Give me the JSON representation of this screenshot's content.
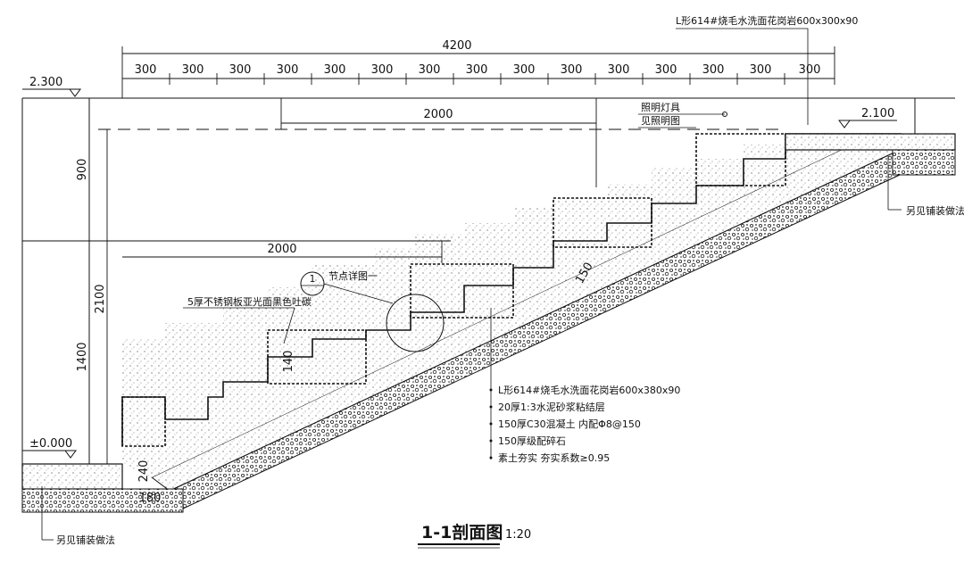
{
  "title": {
    "main": "1-1剖面图",
    "scale": "1:20"
  },
  "dims": {
    "total": "4200",
    "step": "300",
    "upper_2000": "2000",
    "lower_2000": "2000",
    "h900": "900",
    "h2100": "2100",
    "h1400": "1400",
    "h240": "240",
    "h140": "140",
    "w180": "180",
    "d150": "150"
  },
  "levels": {
    "top_left": "2.300",
    "top_right": "2.100",
    "bottom": "±0.000"
  },
  "notes": {
    "top_cap": "L形614#烧毛水洗面花岗岩600x300x90",
    "lighting": "照明灯具",
    "see_lighting": "见照明图",
    "detail_callout": "节点详图一",
    "detail_num": "1",
    "stainless": "5厚不锈钢板亚光面黑色吐碳",
    "see_paving_right": "另见铺装做法",
    "see_paving_bottom": "另见铺装做法"
  },
  "layers": [
    "L形614#烧毛水洗面花岗岩600x380x90",
    "20厚1:3水泥砂浆粘结层",
    "150厚C30混凝土 内配Φ8@150",
    "150厚级配碎石",
    "素土夯实 夯实系数≥0.95"
  ]
}
